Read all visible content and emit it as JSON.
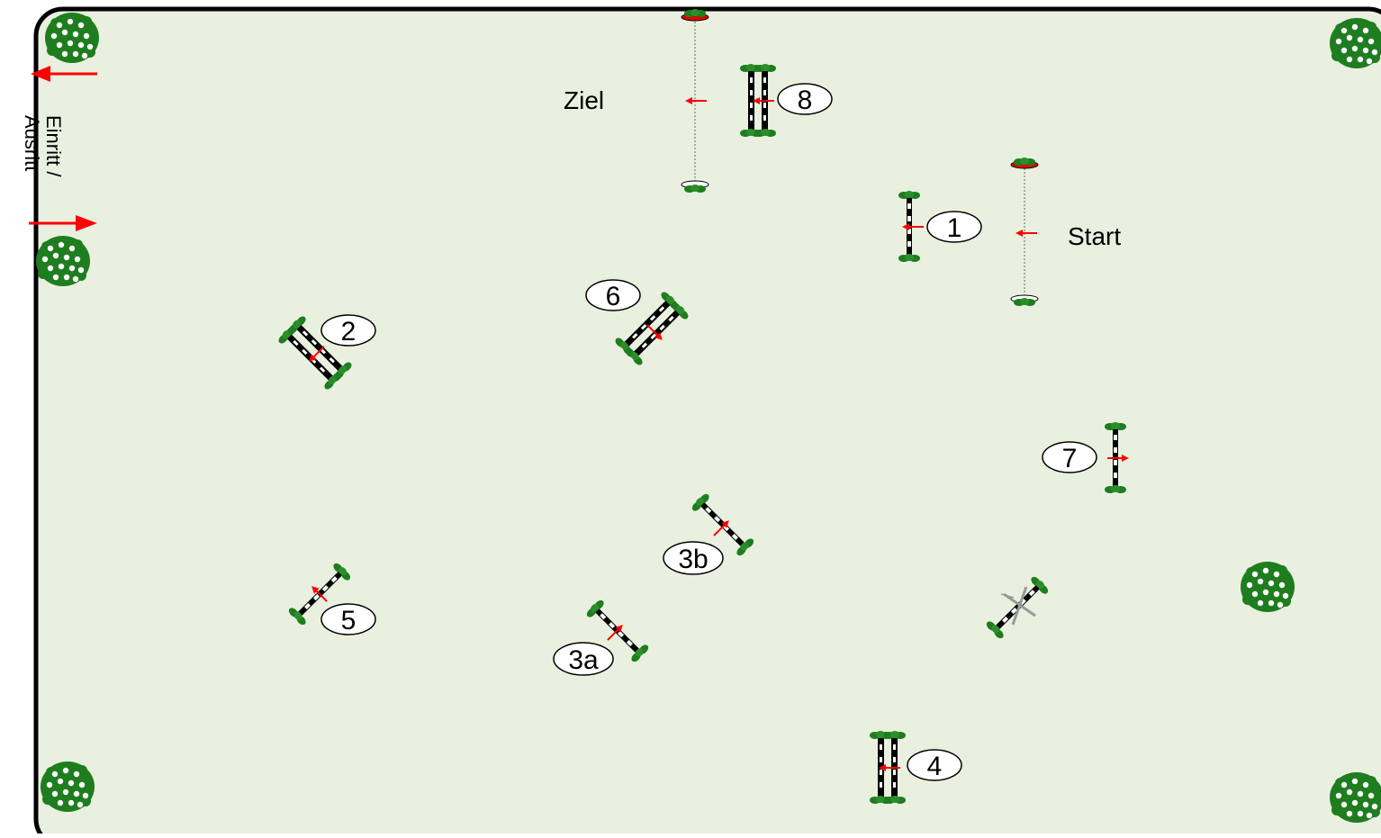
{
  "labels": {
    "finish": "Ziel",
    "start": "Start",
    "entry_line1": "Einritt /",
    "entry_line2": "Ausritt"
  },
  "obstacles": {
    "o1": "1",
    "o2": "2",
    "o3a": "3a",
    "o3b": "3b",
    "o4": "4",
    "o5": "5",
    "o6": "6",
    "o7": "7",
    "o8": "8"
  },
  "colors": {
    "arena_fill": "#e9f0df",
    "arena_border": "#000000",
    "foliage": "#1e7d1e",
    "arrow": "#ff0000",
    "bush_flower": "#ffffff"
  },
  "icons": {
    "bush": "bush-icon",
    "arrow": "direction-arrow-icon",
    "jump": "jump-icon"
  }
}
